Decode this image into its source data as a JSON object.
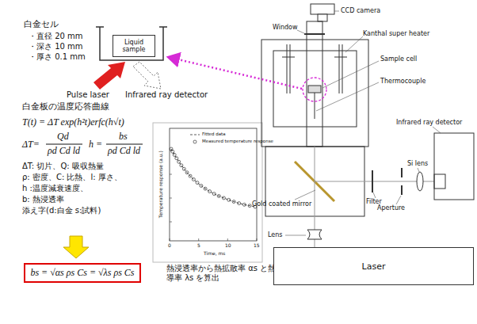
{
  "diagram": {
    "nodes": [
      {
        "text": [
          "Liquid sample"
        ]
      },
      {
        "text": [
          "bs = √αs ρs Cs = √λs ρs Cs"
        ]
      },
      {
        "text": [
          "Laser"
        ]
      }
    ],
    "labels": [
      "白金セル",
      "・直径 20 mm",
      "・深さ 10 mm",
      "・厚さ 0.1 mm",
      "Pulse laser",
      "Infrared ray detector",
      "白金板の温度応答曲線",
      "T(t) = ΔT exp(h²t)erfc(h√t)",
      "ΔT=",
      "Qd",
      "ρd Cd ld",
      "h =",
      "bs",
      "ρd Cd ld",
      "ΔT: 切片、Q: 吸収熱量",
      "ρ: 密度、C: 比熱、l: 厚さ、",
      "h :温度減衰速度、",
      "b: 熱浸透率",
      "添え字(d:白金 s:試料)",
      "熱浸透率から熱拡散率 αs と熱伝導率 λs を算出",
      "Temperature response (a.u.)",
      "Time, ms",
      "0",
      "5",
      "10",
      "15",
      "CCD camera",
      "Window",
      "Kanthal super heater",
      "Sample cell",
      "Thermocouple",
      "Infrared ray detector",
      "Gold coated mirror",
      "Filter",
      "Si lens",
      "Aperture",
      "Lens"
    ],
    "legend": [
      {
        "text": "Fitted data"
      },
      {
        "text": "Measured temperature response"
      }
    ]
  }
}
